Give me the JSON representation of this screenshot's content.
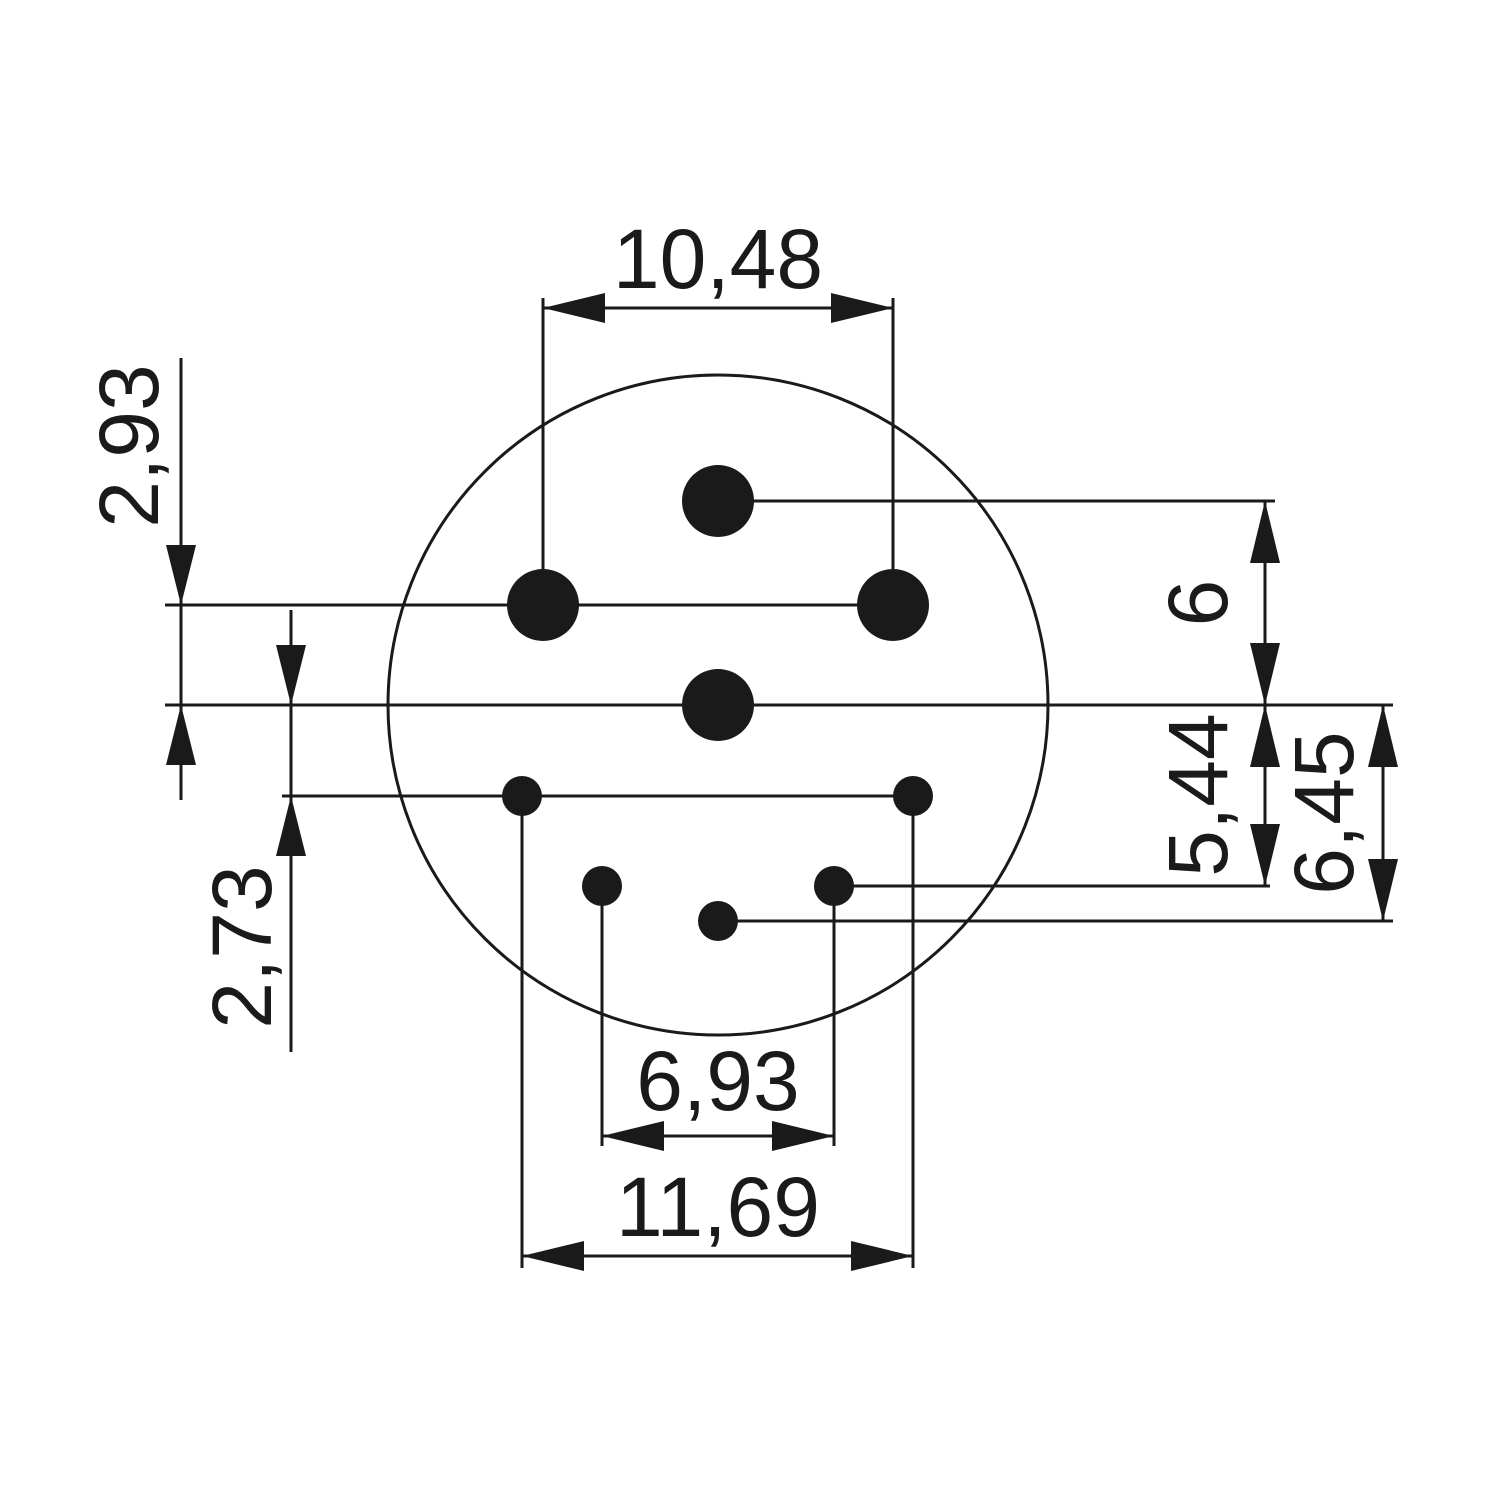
{
  "drawing": {
    "colors": {
      "ink": "#1a1a1a",
      "background": "#ffffff"
    },
    "dimensions": {
      "top_width": "10,48",
      "left_upper": "2,93",
      "left_lower": "2,73",
      "right_6": "6",
      "right_5_44": "5,44",
      "right_6_45": "6,45",
      "bottom_inner": "6,93",
      "bottom_outer": "11,69"
    }
  }
}
